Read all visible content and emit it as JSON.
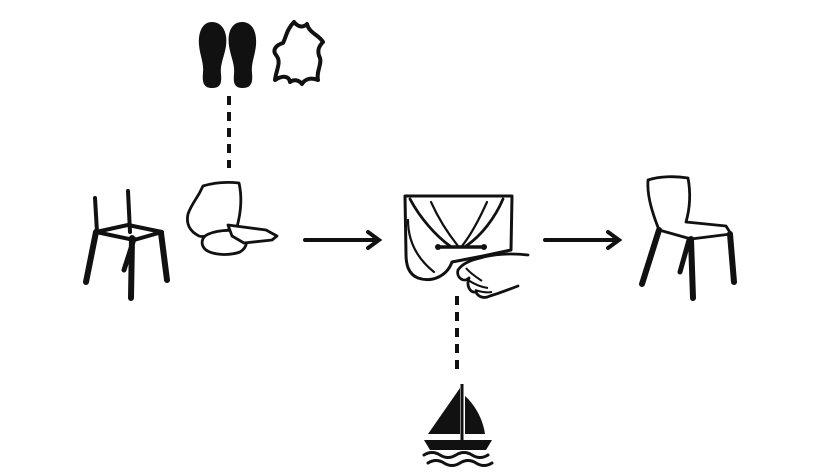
{
  "diagram": {
    "steps": [
      {
        "id": "step-1",
        "icons": [
          "chair-frame-icon",
          "seat-shell-parts-icon"
        ]
      },
      {
        "id": "step-2",
        "icons": [
          "upholstery-wrapping-icon"
        ]
      },
      {
        "id": "step-3",
        "icons": [
          "finished-chair-icon"
        ]
      }
    ],
    "material_inputs": [
      "shoe-soles-icon",
      "leather-hide-icon"
    ],
    "transport_output": [
      "sailboat-icon"
    ],
    "colors": {
      "ink": "#111111",
      "background": "#ffffff"
    }
  }
}
